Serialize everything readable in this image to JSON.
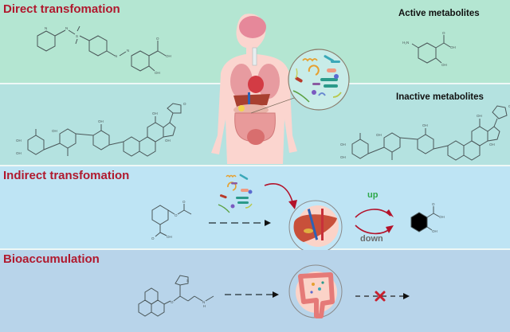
{
  "sections": [
    {
      "title": "Direct transfomation"
    },
    {
      "title": ""
    },
    {
      "title": "Indirect transfomation"
    },
    {
      "title": "Bioaccumulation"
    }
  ],
  "labels": {
    "active_metabolites": "Active metabolites",
    "inactive_metabolites": "Inactive metabolites",
    "up": "up",
    "down": "down"
  },
  "atoms": {
    "N": "N",
    "NH": "H",
    "O": "O",
    "OH": "OH",
    "H2N": "H₂N",
    "S": "S",
    "NHMe": "N"
  },
  "colors": {
    "title_red": "#b0192e",
    "arrow_red": "#b3122a",
    "up_green": "#2ea84a",
    "down_grey": "#6a6a6a",
    "panel_direct": "#b4e6d2",
    "panel_inactive": "#b4e2e0",
    "panel_indirect": "#bee4f4",
    "panel_bioacc": "#b8d4ea"
  },
  "icons": [
    "human-body-icon",
    "microbiota-icon",
    "liver-icon",
    "intestine-icon",
    "blocked-x-icon"
  ]
}
